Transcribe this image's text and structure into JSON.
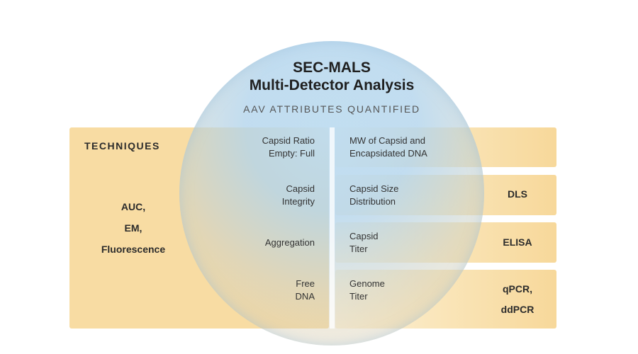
{
  "title_line1": "SEC-MALS",
  "title_line2": "Multi-Detector Analysis",
  "subtitle": "AAV ATTRIBUTES QUANTIFIED",
  "techniques_heading": "TECHNIQUES",
  "left_techniques": [
    "AUC,",
    "EM,",
    "Fluorescence"
  ],
  "attributes": [
    {
      "line1": "Capsid Ratio",
      "line2": "Empty: Full"
    },
    {
      "line1": "Capsid",
      "line2": "Integrity"
    },
    {
      "line1": "Aggregation",
      "line2": ""
    },
    {
      "line1": "Free",
      "line2": "DNA"
    }
  ],
  "measurements": [
    {
      "line1": "MW of Capsid and",
      "line2": "Encapsidated DNA"
    },
    {
      "line1": "Capsid Size",
      "line2": "Distribution"
    },
    {
      "line1": "Capsid",
      "line2": "Titer"
    },
    {
      "line1": "Genome",
      "line2": "Titer"
    }
  ],
  "right_techniques": [
    "DLS",
    "ELISA",
    "qPCR,",
    "ddPCR"
  ],
  "colors": {
    "panel": "#f8dca3",
    "circle": "#b2d4ec"
  }
}
